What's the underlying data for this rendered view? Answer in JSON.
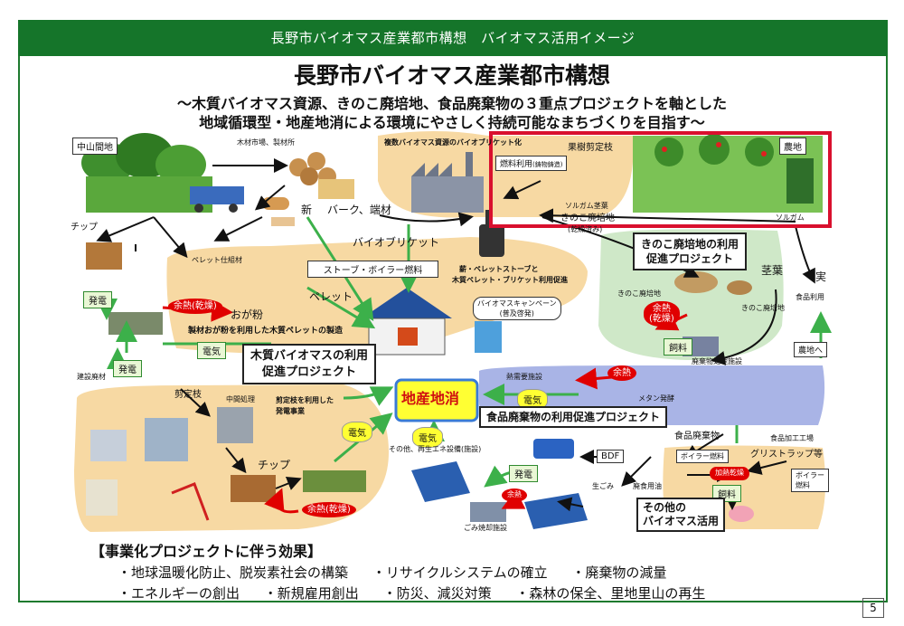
{
  "header": {
    "title": "長野市バイオマス産業都市構想　バイオマス活用イメージ"
  },
  "main_title": "長野市バイオマス産業都市構想",
  "subtitle_line1": "～木質バイオマス資源、きのこ廃培地、食品廃棄物の３重点プロジェクトを軸とした",
  "subtitle_line2": "地域循環型・地産地消による環境にやさしく持続可能なまちづくりを目指す～",
  "labels": {
    "nakayama": "中山間地",
    "mokuzai": "木材市場、製材所",
    "shin": "新",
    "bark": "バーク、端材",
    "chip_top": "チップ",
    "hatsuden_left": "発電",
    "pellet_shikumi": "ペレット仕組材",
    "yonetsu_left": "余熱(乾燥)",
    "ogako": "おが粉",
    "pellet": "ペレット",
    "seizai": "製材おが粉を利用した木質ペレットの製造",
    "denki_left": "電気",
    "hatsuden_mid": "発電",
    "kensetsu": "建設廃材",
    "biobriquet": "バイオブリケット",
    "stove_boiler": "ストーブ・ボイラー燃料",
    "fukusu": "複数バイオマス資源のバイオブリケット化",
    "nenryo": "燃料利用",
    "nenryo_sub": "(鋳物鋳造)",
    "kajuu": "果樹剪定枝",
    "sorghum_kuki": "ソルガム茎葉",
    "kinoko_haibaichi": "きのこ廃培地",
    "kinoko_kanso": "(乾燥済み)",
    "nouchi": "農地",
    "sorghum": "ソルガム",
    "maki_pellet1": "薪・ペレットストーブと",
    "maki_pellet2": "木質ペレット・ブリケット利用促進",
    "campaign": "バイオマスキャンペーン",
    "campaign_sub": "(普及啓発)",
    "kinoko_project1": "きのこ廃培地の利用",
    "kinoko_project2": "促進プロジェクト",
    "kinoko_haibaichi2": "きのこ廃培地",
    "yonetsu_kinoko": "余熱\n(乾燥)",
    "shiryo": "飼料",
    "haikibutsu_shori": "廃棄物処理施設",
    "kuki_ha": "茎葉",
    "mi": "実",
    "shokuhin_riyou": "食品利用",
    "kinoko_haibaichi3": "きのこ廃培地",
    "nouchi_he": "農地へ",
    "mokushitsu_project1": "木質バイオマスの利用",
    "mokushitsu_project2": "促進プロジェクト",
    "sentei": "剪定枝",
    "chuukan": "中間処理",
    "sentei_hatsuden1": "剪定枝を利用した",
    "sentei_hatsuden2": "発電事業",
    "chip_bottom": "チップ",
    "denki_mid": "電気",
    "yonetsu_bottom": "余熱(乾燥)",
    "chisanchisho": "地産地消",
    "netsu_juyou": "熱需要施設",
    "yonetsu_right": "余熱",
    "denki_right": "電気",
    "methane": "メタン発酵",
    "shokuhin_project": "食品廃棄物の利用促進プロジェクト",
    "denki_bottom": "電気",
    "sonota_saiene": "その他、再生エネ設備(施設)",
    "shokuhin_haikibutsu": "食品廃棄物",
    "shokuhin_kakou": "食品加工工場",
    "bdf": "BDF",
    "boiler_nenryo": "ボイラー燃料",
    "grease": "グリストラップ等",
    "hatsuden_bottom": "発電",
    "yonetsu_gomi": "余熱",
    "namagomi": "生ごみ",
    "haishokuyou": "廃食用油",
    "kanetsu_kanso": "加熱乾燥",
    "shiryo_bottom": "飼料",
    "boiler_nenryo2": "ボイラー\n燃料",
    "gomi_shokyaku": "ごみ焼却施設",
    "sonota_project1": "その他の",
    "sonota_project2": "バイオマス活用",
    "kansou": "乾燥"
  },
  "effects": {
    "title": "【事業化プロジェクトに伴う効果】",
    "row1": [
      "・地球温暖化防止、脱炭素社会の構築",
      "・リサイクルシステムの確立",
      "・廃棄物の減量"
    ],
    "row2": [
      "・エネルギーの創出",
      "・新規雇用創出",
      "・防災、減災対策",
      "・森林の保全、里地里山の再生"
    ]
  },
  "page_number": "5",
  "colors": {
    "header_green": "#15752a",
    "wood_zone": "#f7d9a3",
    "kinoko_zone": "#cfe8c8",
    "food_zone": "#a9b4e6",
    "highlight_red": "#d9102e",
    "flow_green": "#3cb04a",
    "flow_black": "#111111",
    "flow_red": "#e00000"
  },
  "icons": [
    "forest-icon",
    "log-pile-icon",
    "factory-icon",
    "wood-stove-icon",
    "house-icon",
    "apple-orchard-icon",
    "mushroom-bed-icon",
    "power-plant-icon",
    "solar-panel-icon",
    "bus-icon",
    "truck-icon",
    "pig-icon",
    "building-icon",
    "playground-icon"
  ]
}
